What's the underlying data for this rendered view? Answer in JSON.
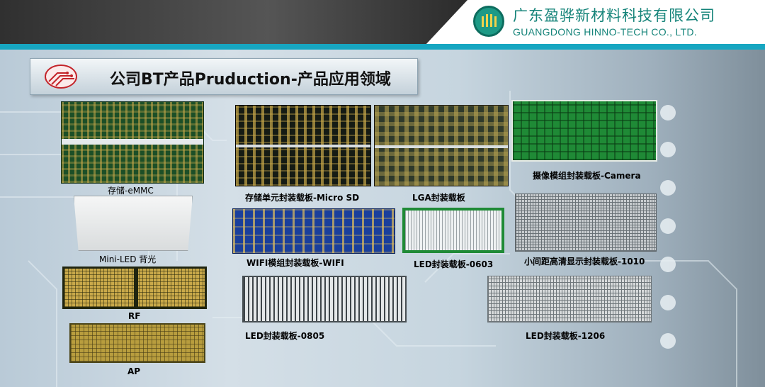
{
  "company": {
    "name_cn": "广东盈骅新材料科技有限公司",
    "name_en": "GUANGDONG HINNO-TECH CO., LTD."
  },
  "title": "公司BT产品Pruduction-产品应用领域",
  "products": {
    "emmc": "存储-eMMC",
    "micro_sd": "存储单元封装载板-Micro SD",
    "lga": "LGA封装载板",
    "camera": "摄像模组封装载板-Camera",
    "mini_led": "Mini-LED 背光",
    "wifi": "WIFI模组封装载板-WIFI",
    "led_0603": "LED封装载板-0603",
    "fine_pitch": "小间距高清显示封装载板-1010",
    "rf": "RF",
    "led_0805": "LED封装载板-0805",
    "led_1206": "LED封装载板-1206",
    "ap": "AP"
  },
  "colors": {
    "brand_teal": "#16847a",
    "band_teal": "#17a6c1",
    "pcb_green": "#1f5a2c",
    "pcb_blue": "#1a3f9c",
    "gold": "#c9a94a"
  }
}
